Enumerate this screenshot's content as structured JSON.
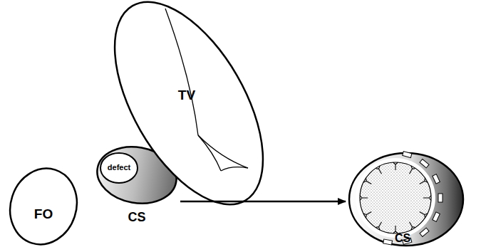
{
  "diagram": {
    "nodes": [
      {
        "text": [
          "FO"
        ]
      },
      {
        "text": [
          "CS"
        ]
      },
      {
        "text": [
          "defect"
        ],
        "in": 1
      },
      {
        "text": [
          "TV"
        ]
      },
      {
        "text": [
          "CS"
        ]
      }
    ],
    "edges": [
      {
        "from": 1,
        "to": 4,
        "arrow": "to"
      }
    ]
  }
}
